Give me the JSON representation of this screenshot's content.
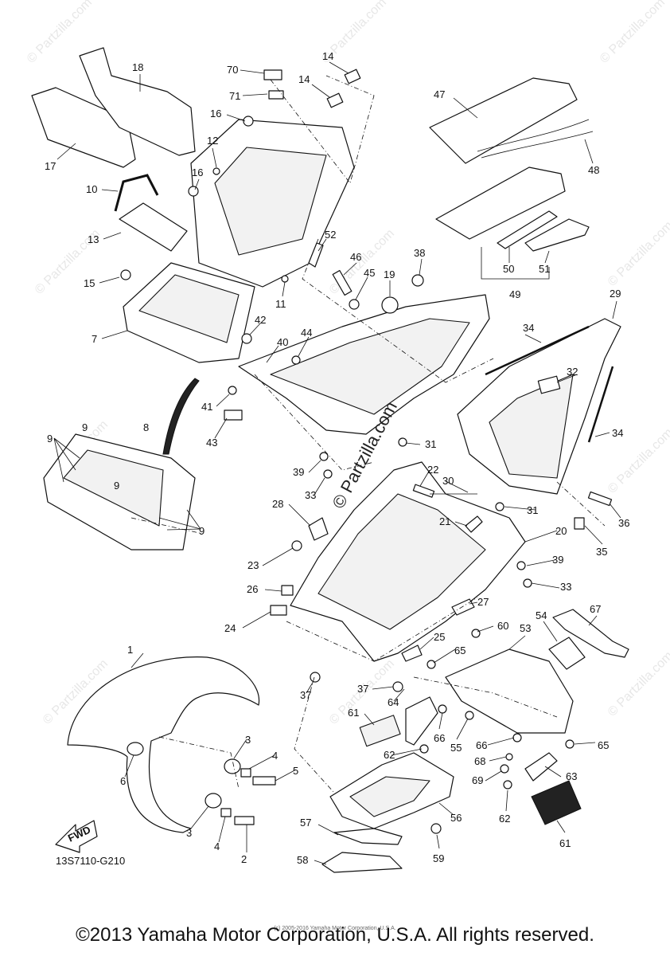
{
  "diagram": {
    "diagram_code": "13S7110-G210",
    "fwd_label": "FWD",
    "center_watermark": "© Partzilla.com",
    "watermark_text": "© Partzilla.com",
    "small_copyright": "(c) 2005-2016 Yamaha Motor Corporation, U.S.A.",
    "copyright": "©2013 Yamaha Motor Corporation, U.S.A. All rights reserved.",
    "callouts": [
      "1",
      "2",
      "3",
      "4",
      "5",
      "6",
      "7",
      "8",
      "9",
      "10",
      "11",
      "12",
      "13",
      "14",
      "15",
      "16",
      "17",
      "18",
      "19",
      "20",
      "21",
      "22",
      "23",
      "24",
      "25",
      "26",
      "27",
      "28",
      "29",
      "30",
      "31",
      "32",
      "33",
      "34",
      "35",
      "36",
      "37",
      "38",
      "39",
      "40",
      "41",
      "42",
      "43",
      "44",
      "45",
      "46",
      "47",
      "48",
      "49",
      "50",
      "51",
      "52",
      "53",
      "54",
      "55",
      "56",
      "57",
      "58",
      "59",
      "60",
      "61",
      "62",
      "63",
      "64",
      "65",
      "66",
      "67",
      "68",
      "69",
      "70",
      "71"
    ]
  }
}
